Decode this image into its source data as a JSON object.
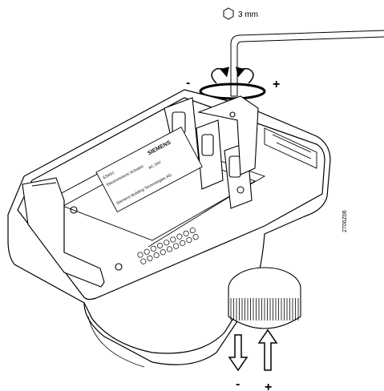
{
  "tool": {
    "icon": "hexagon-key-icon",
    "size_label": "3 mm"
  },
  "rotation": {
    "minus_label": "-",
    "plus_label": "+"
  },
  "linear": {
    "minus_label": "-",
    "plus_label": "+"
  },
  "figure_ref": "2700Z06",
  "nameplate": {
    "brand": "SIEMENS",
    "lines": [
      "SSA61",
      "Electromotoric Actuator",
      "AC 24V",
      "Siemens Building Technologies AG"
    ]
  }
}
